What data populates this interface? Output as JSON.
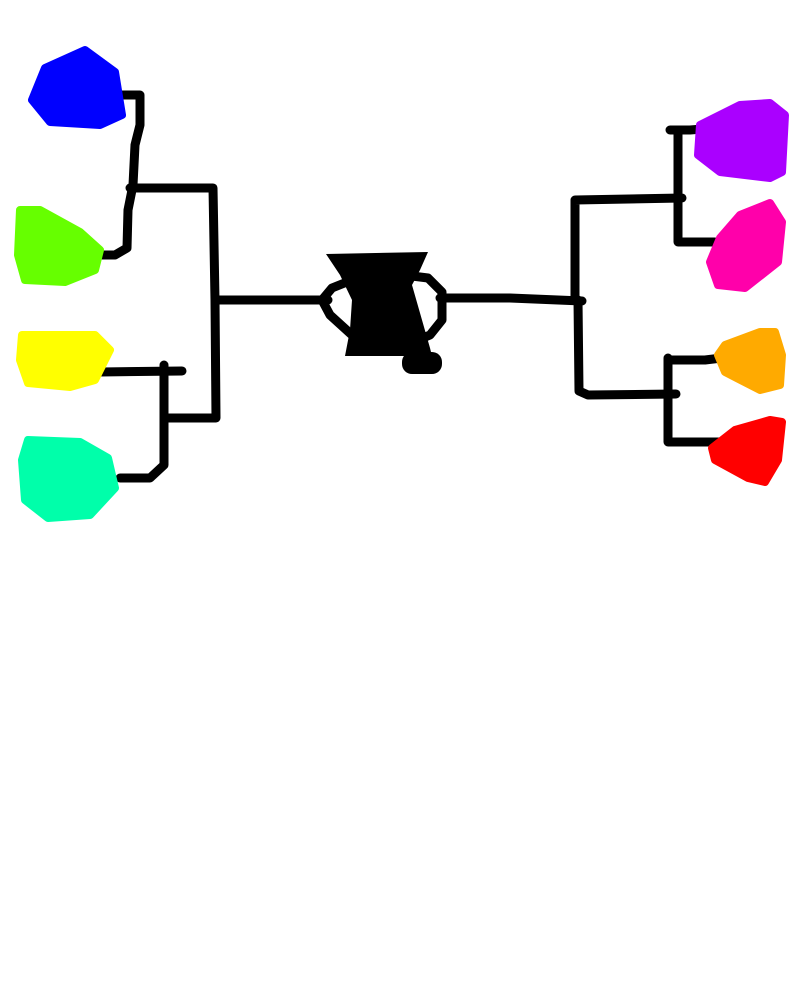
{
  "diagram": {
    "type": "tournament-bracket",
    "line_color": "#000000",
    "trophy_color": "#000000",
    "left_entrants": [
      {
        "icon": "blue-blob",
        "color": "#0000ff"
      },
      {
        "icon": "green-blob",
        "color": "#66ff00"
      },
      {
        "icon": "yellow-blob",
        "color": "#ffff00"
      },
      {
        "icon": "teal-blob",
        "color": "#00ffaa"
      }
    ],
    "right_entrants": [
      {
        "icon": "purple-blob",
        "color": "#aa00ff"
      },
      {
        "icon": "pink-blob",
        "color": "#ff00aa"
      },
      {
        "icon": "orange-blob",
        "color": "#ffaa00"
      },
      {
        "icon": "red-blob",
        "color": "#ff0000"
      }
    ]
  }
}
